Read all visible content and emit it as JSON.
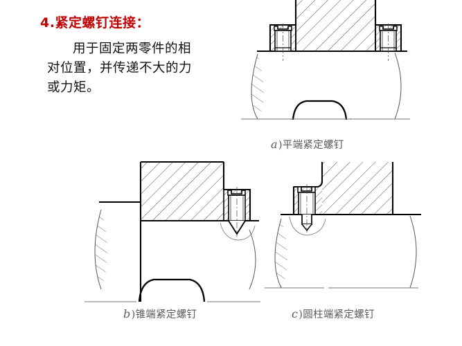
{
  "slide": {
    "heading": "4.紧定螺钉连接：",
    "body": "用于固定两零件的相对位置，并传递不大的力或力矩。",
    "heading_color": "#c00000",
    "body_color": "#111111",
    "background": "#ffffff"
  },
  "figures": [
    {
      "id": "a",
      "caption_letter": "a",
      "caption_text": ")平端紧定螺钉",
      "caption_full": "a)平端紧定螺钉",
      "screw_type": "flat-point-set-screw",
      "screw_count": 2,
      "line_color": "#000000",
      "hatch_color": "#444444",
      "caption_color": "#5a5a5a"
    },
    {
      "id": "b",
      "caption_letter": "b",
      "caption_text": ")锥端紧定螺钉",
      "caption_full": "b)锥端紧定螺钉",
      "screw_type": "cone-point-set-screw",
      "screw_count": 1,
      "line_color": "#000000",
      "hatch_color": "#444444",
      "caption_color": "#5a5a5a"
    },
    {
      "id": "c",
      "caption_letter": "c",
      "caption_text": ")圆柱端紧定螺钉",
      "caption_full": "c)圆柱端紧定螺钉",
      "screw_type": "cylindrical-point-set-screw",
      "screw_count": 1,
      "line_color": "#000000",
      "hatch_color": "#444444",
      "caption_color": "#5a5a5a"
    }
  ]
}
